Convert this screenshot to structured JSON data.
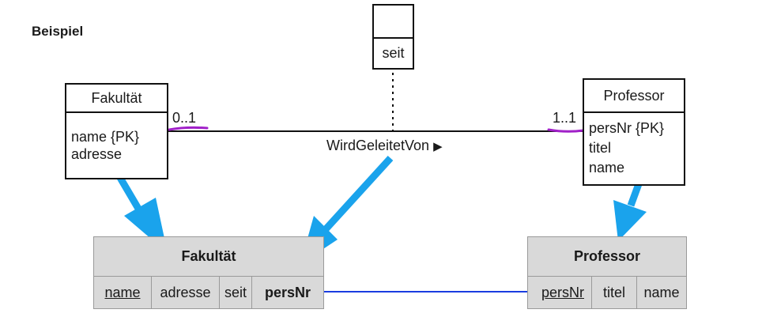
{
  "heading": "Beispiel",
  "uml": {
    "assoc_class": {
      "attribute": "seit"
    },
    "fakultaet": {
      "name": "Fakultät",
      "attributes": [
        "name {PK}",
        "adresse"
      ]
    },
    "professor": {
      "name": "Professor",
      "attributes": [
        "persNr {PK}",
        "titel",
        "name"
      ]
    },
    "association": {
      "name": "WirdGeleitetVon",
      "direction_marker": "▶",
      "mult_left": "0..1",
      "mult_right": "1..1"
    }
  },
  "relational": {
    "fakultaet": {
      "name": "Fakultät",
      "columns": [
        "name",
        "adresse",
        "seit",
        "persNr"
      ]
    },
    "professor": {
      "name": "Professor",
      "columns": [
        "persNr",
        "titel",
        "name"
      ]
    }
  },
  "colors": {
    "arrow": "#1aa3ec",
    "foreign_key_line": "#1a3de0",
    "multiplicity_mark": "#a020c8",
    "seit_mark": "#7ed321"
  }
}
